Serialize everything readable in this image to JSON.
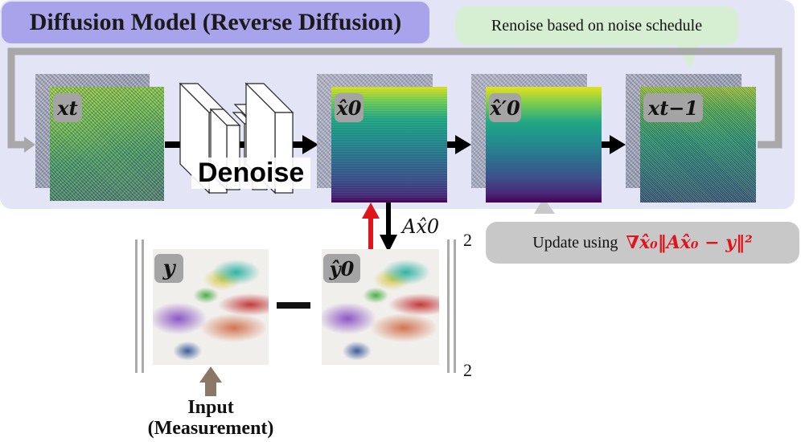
{
  "title": "Diffusion Model (Reverse Diffusion)",
  "renoise_bubble": "Renoise based on noise schedule",
  "update_bubble": {
    "prefix": "Update using",
    "formula": "∇x̂₀‖Ax̂₀ − y‖²"
  },
  "denoise_label": "Denoise",
  "labels": {
    "x_t": "xt",
    "x0_hat": "x̂0",
    "x0_prime": "x̂′0",
    "x_t_minus_1": "xt−1",
    "y": "y",
    "y0_hat": "ŷ0"
  },
  "forward_op_label": "Ax̂0",
  "norm_subscript": "2",
  "norm_superscript": "2",
  "minus_sign": "−",
  "input_caption": {
    "line1": "Input",
    "line2": "(Measurement)"
  },
  "colors": {
    "panel": "#e4e4f7",
    "title_box": "#a9a3ec",
    "renoise_bubble": "#d6efd3",
    "update_bubble": "#c8c8c8",
    "gradient_text": "#e0141c",
    "up_arrow": "#e0141c",
    "input_arrow": "#8a7765",
    "loop_line": "#a8a8a8"
  }
}
